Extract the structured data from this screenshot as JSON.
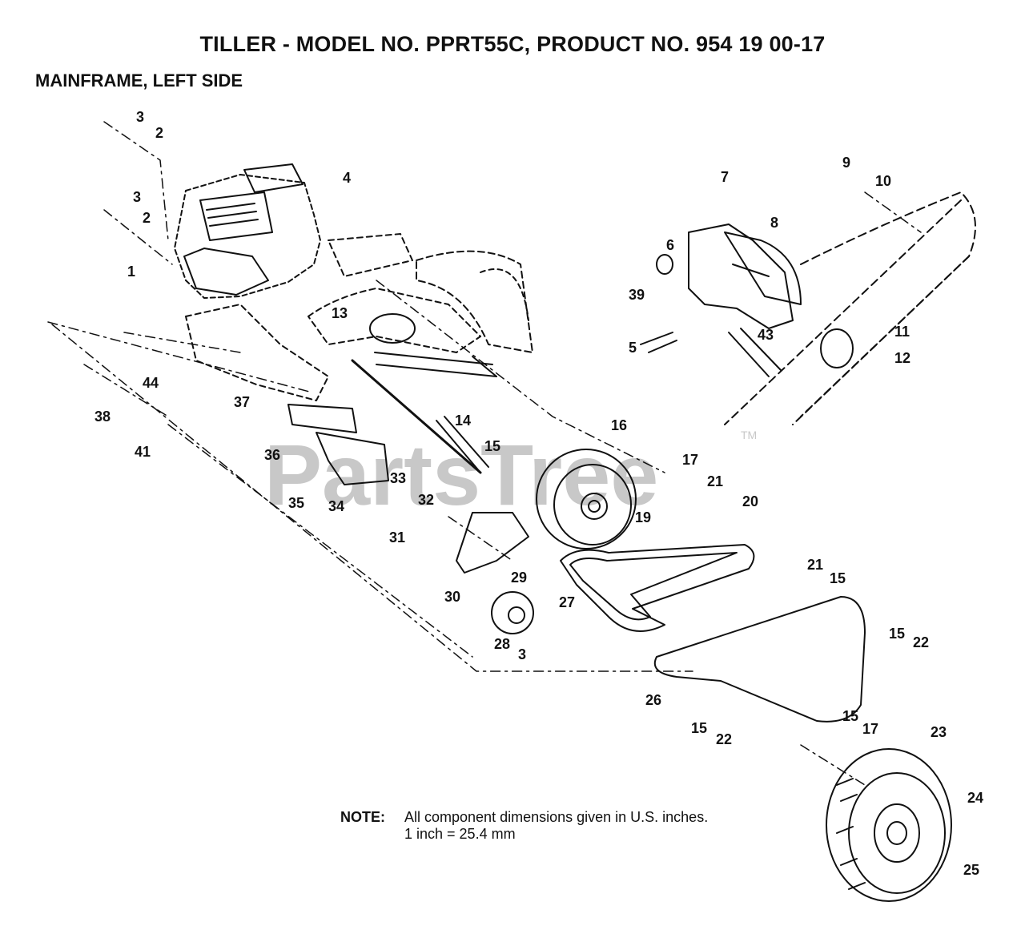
{
  "header": {
    "title": "TILLER - MODEL NO. PPRT55C, PRODUCT NO. 954 19 00-17",
    "subtitle": "MAINFRAME, LEFT SIDE"
  },
  "watermark": {
    "text": "PartsTree",
    "trademark": "TM"
  },
  "note": {
    "label": "NOTE:",
    "line1": "All component dimensions given in U.S. inches.",
    "line2": "1 inch = 25.4 mm"
  },
  "callouts": [
    "3",
    "2",
    "3",
    "2",
    "4",
    "1",
    "13",
    "37",
    "44",
    "38",
    "41",
    "36",
    "35",
    "34",
    "33",
    "32",
    "31",
    "14",
    "15",
    "16",
    "17",
    "19",
    "30",
    "29",
    "28",
    "3",
    "27",
    "21",
    "20",
    "21",
    "15",
    "15",
    "22",
    "26",
    "15",
    "22",
    "15",
    "17",
    "23",
    "24",
    "25",
    "7",
    "9",
    "10",
    "8",
    "6",
    "39",
    "43",
    "11",
    "12",
    "5"
  ]
}
